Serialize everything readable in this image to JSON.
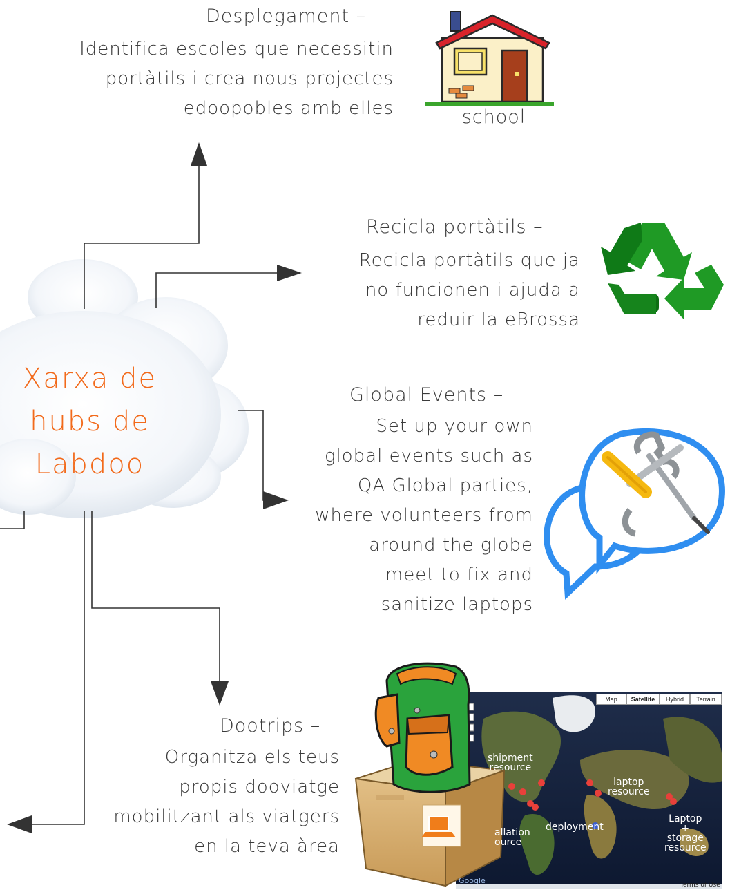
{
  "hub": {
    "lines": [
      "Xarxa de",
      "hubs de",
      "Labdoo"
    ],
    "color": "#f26a1b"
  },
  "deployment": {
    "title": "Desplegament –",
    "lines": [
      "Identifica escoles que necessitin",
      "portàtils i crea nous projectes",
      "edoopobles amb elles"
    ],
    "icon_label": "school"
  },
  "recycle": {
    "title": "Recicla portàtils –",
    "lines": [
      "Recicla portàtils que ja",
      "no funcionen i ajuda a",
      "reduir la eBrossa"
    ]
  },
  "events": {
    "title": "Global Events –",
    "lines": [
      "Set up your own",
      "global events such as",
      "QA Global parties,",
      "where volunteers from",
      "around the globe",
      "meet to fix and",
      "sanitize laptops"
    ]
  },
  "dootrips": {
    "title": "Dootrips –",
    "lines": [
      "Organitza els teus",
      "propis dooviatge",
      "mobilitzant als viatgers",
      "en la teva àrea"
    ]
  },
  "map": {
    "buttons": [
      "Map",
      "Satellite",
      "Hybrid",
      "Terrain"
    ],
    "labels": {
      "shipment": "shipment\nresource",
      "laptop": "laptop\nresource",
      "deployment": "deployment",
      "installation": "allation\nource",
      "storage": "Laptop\n+\nstorage\nresource"
    },
    "footer": "Terms of Use",
    "powered": "Google"
  },
  "icons": [
    "school-house-icon",
    "recycle-icon",
    "tools-speech-bubble-icon",
    "backpack-icon",
    "laptop-box-icon",
    "world-map"
  ]
}
